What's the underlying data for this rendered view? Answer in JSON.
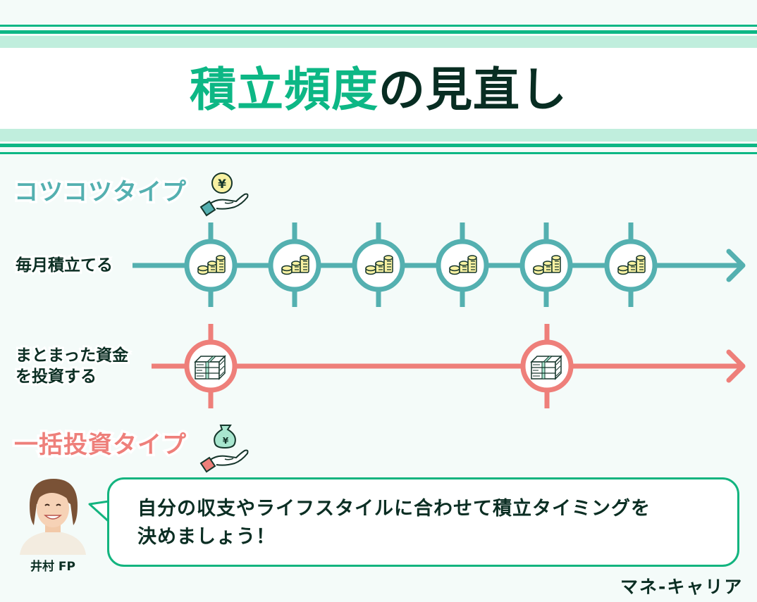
{
  "header": {
    "title_highlight": "積立頻度",
    "title_rest": "の見直し"
  },
  "colors": {
    "brand_green": "#0db785",
    "pale_green": "#c0eedd",
    "teal": "#54b0b0",
    "coral": "#ee7f7a",
    "dark_text": "#0b2e23",
    "coin_yellow": "#f8f1a2"
  },
  "kotsukotsu": {
    "label": "コツコツタイプ",
    "icon": "hand-with-yen-coin-icon",
    "row_label": "毎月積立てる",
    "points_icon": "coin-stack-icon",
    "point_count": 6
  },
  "ikkatsu": {
    "label": "一括投資タイプ",
    "icon": "hand-with-money-bag-icon",
    "row_label_line1": "まとまった資金",
    "row_label_line2": "を投資する",
    "points_icon": "banknote-bundle-icon",
    "point_count": 2
  },
  "advisor": {
    "name": "井村 FP",
    "avatar": "advisor-photo",
    "message_line1": "自分の収支やライフスタイルに合わせて積立タイミングを",
    "message_line2": "決めましょう！"
  },
  "footer": {
    "brand": "マネ-キャリア"
  }
}
